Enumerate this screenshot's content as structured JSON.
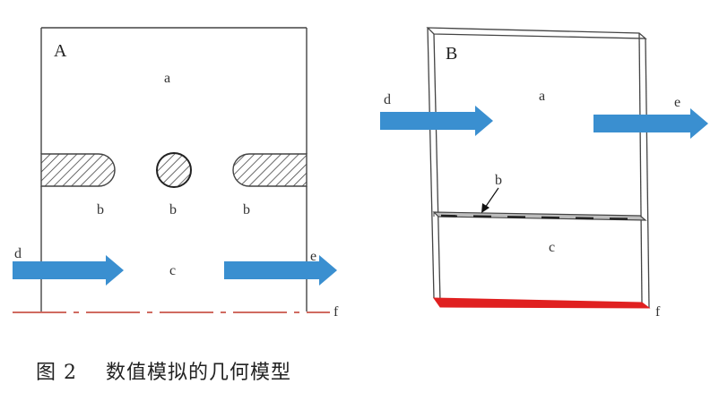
{
  "panel_a": {
    "title": "A",
    "labels": {
      "upper_region": "a",
      "obstacle_left": "b",
      "obstacle_center": "b",
      "obstacle_right": "b",
      "lower_region": "c",
      "inlet": "d",
      "outlet": "e",
      "bottom_boundary": "f"
    }
  },
  "panel_b": {
    "title": "B",
    "labels": {
      "upper_region": "a",
      "porous_layer": "b",
      "lower_region": "c",
      "inlet": "d",
      "outlet": "e",
      "bottom_boundary": "f"
    }
  },
  "caption": "图 2    数值模拟的几何模型",
  "colors": {
    "flow_arrow": "#3a8fd0",
    "bottom_boundary_b": "#e02020",
    "dashed_line_a": "#c0392b",
    "outline": "#444444",
    "hatch": "#444444"
  }
}
